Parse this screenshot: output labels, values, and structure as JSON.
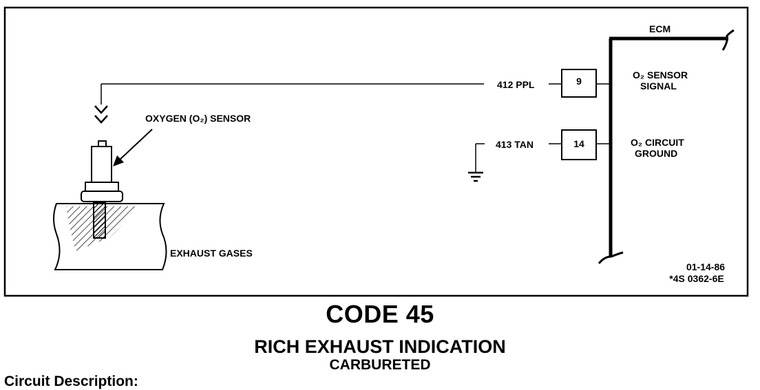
{
  "diagram": {
    "ecm_label": "ECM",
    "sensor_label": "OXYGEN (O₂) SENSOR",
    "exhaust_label": "EXHAUST GASES",
    "wire_1": "412 PPL",
    "wire_2": "413 TAN",
    "pin_1": "9",
    "pin_2": "14",
    "signal_label_line1": "O₂ SENSOR",
    "signal_label_line2": "SIGNAL",
    "ground_label_line1": "O₂ CIRCUIT",
    "ground_label_line2": "GROUND",
    "date": "01-14-86",
    "figure_number": "*4S 0362-6E"
  },
  "code_title": "CODE 45",
  "main_title": "RICH EXHAUST INDICATION",
  "sub_title": "CARBURETED",
  "section_heading": "Circuit Description:"
}
